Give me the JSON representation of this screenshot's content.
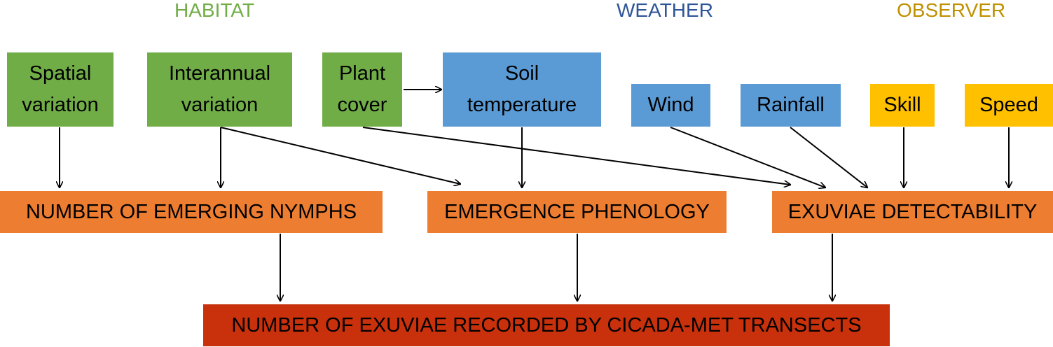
{
  "categories": {
    "habitat": {
      "label": "HABITAT",
      "color": "#70ad47"
    },
    "weather": {
      "label": "WEATHER",
      "color": "#2e5597"
    },
    "observer": {
      "label": "OBSERVER",
      "color": "#bf9000"
    }
  },
  "factors": {
    "spatial": "Spatial\nvariation",
    "interannual": "Interannual\nvariation",
    "plant": "Plant\ncover",
    "soil": "Soil\ntemperature",
    "wind": "Wind",
    "rainfall": "Rainfall",
    "skill": "Skill",
    "speed": "Speed"
  },
  "processes": {
    "nymphs": "NUMBER OF EMERGING NYMPHS",
    "phenology": "EMERGENCE PHENOLOGY",
    "detectability": "EXUVIAE DETECTABILITY"
  },
  "outcome": "NUMBER OF EXUVIAE RECORDED BY CICADA-MET TRANSECTS",
  "colors": {
    "habitat_box": "#70ad47",
    "weather_box": "#5b9bd5",
    "observer_box": "#ffc000",
    "process_box": "#ed7d31",
    "outcome_box": "#c9310c"
  }
}
